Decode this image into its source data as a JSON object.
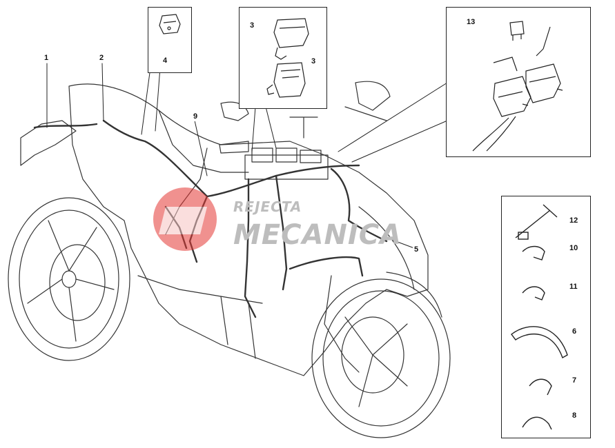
{
  "diagram": {
    "watermark": {
      "line1": "REJECTA",
      "line2": "MECANICA",
      "logo_color": "#e53935",
      "text_color": "#bdbdbd"
    },
    "callouts": {
      "c1": "1",
      "c2": "2",
      "c3a": "3",
      "c3b": "3",
      "c4": "4",
      "c5": "5",
      "c6": "6",
      "c7": "7",
      "c8": "8",
      "c9": "9",
      "c10": "10",
      "c11": "11",
      "c12": "12",
      "c13": "13"
    },
    "colors": {
      "line": "#222222",
      "harness": "#333333",
      "background": "#ffffff"
    }
  }
}
